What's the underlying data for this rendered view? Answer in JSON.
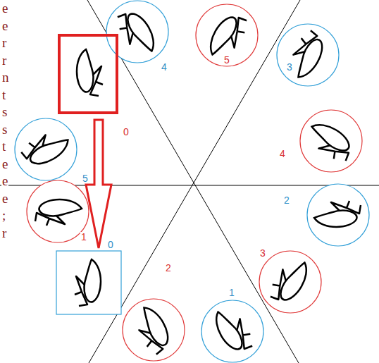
{
  "diagram": {
    "labels": [
      "e",
      "e",
      "r",
      "r",
      "n",
      "t",
      "s",
      "s",
      "t",
      "e",
      "e",
      "e",
      ";",
      "r",
      "4",
      "5",
      "3",
      "0",
      "4",
      "5",
      "2",
      "1",
      "3",
      "0",
      "2",
      "1"
    ]
  }
}
